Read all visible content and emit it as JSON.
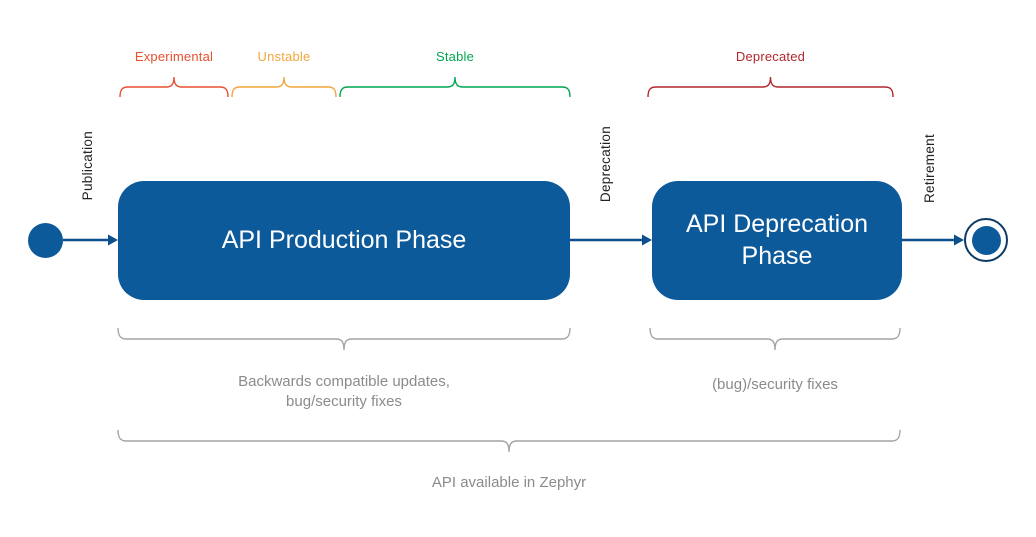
{
  "colors": {
    "state_blue": "#0d5a9b",
    "arrow_blue": "#0b4f8c",
    "experimental": "#e8502f",
    "unstable": "#f2a63c",
    "stable": "#00a650",
    "deprecated": "#b1272f",
    "brace_gray": "#a3a3a3",
    "note_gray": "#8b8b8b",
    "transition_text": "#222222",
    "end_ring": "#0d3a63"
  },
  "stability_bands": [
    {
      "label": "Experimental"
    },
    {
      "label": "Unstable"
    },
    {
      "label": "Stable"
    },
    {
      "label": "Deprecated"
    }
  ],
  "transitions": [
    {
      "label": "Publication"
    },
    {
      "label": "Deprecation"
    },
    {
      "label": "Retirement"
    }
  ],
  "states": [
    {
      "label": "API Production Phase"
    },
    {
      "label": "API Deprecation Phase"
    }
  ],
  "notes": {
    "production": {
      "line1": "Backwards compatible updates,",
      "line2": "bug/security fixes"
    },
    "deprecation": "(bug)/security fixes",
    "overall": "API available in Zephyr"
  }
}
